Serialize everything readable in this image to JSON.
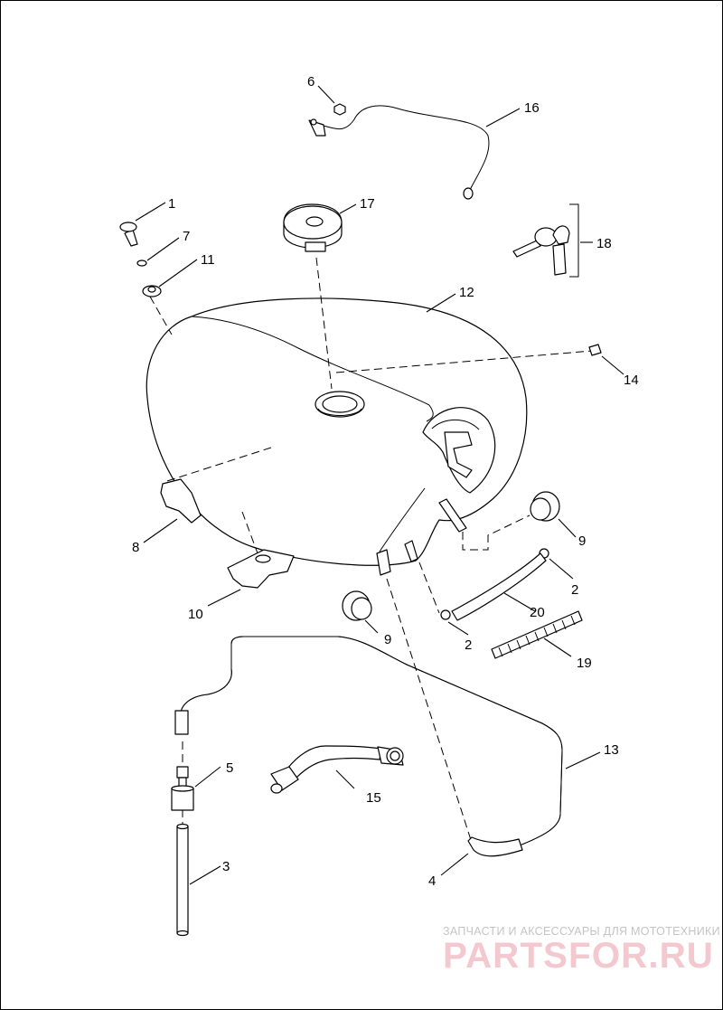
{
  "diagram": {
    "callouts": [
      "1",
      "2",
      "2",
      "3",
      "4",
      "5",
      "6",
      "7",
      "8",
      "9",
      "9",
      "10",
      "11",
      "12",
      "13",
      "14",
      "15",
      "16",
      "17",
      "18",
      "19",
      "20"
    ]
  },
  "watermark": {
    "tagline": "ЗАПЧАСТИ И АКСЕССУАРЫ ДЛЯ МОТОТЕХНИКИ",
    "logo": "PARTSFOR.RU",
    "color": "#f3c9cf"
  }
}
